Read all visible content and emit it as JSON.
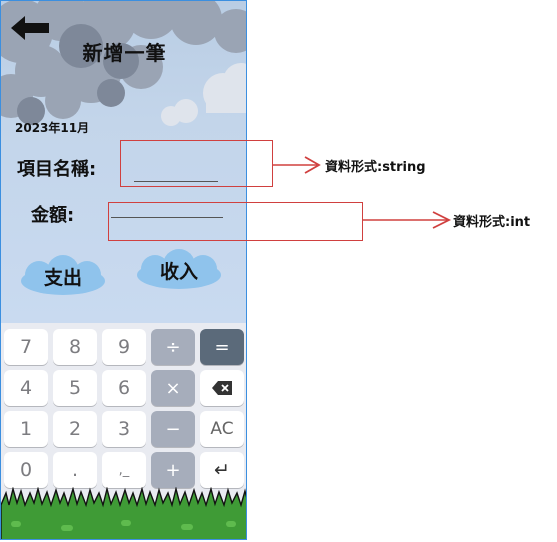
{
  "screen": {
    "title": "新增一筆",
    "date": "2023年11月",
    "item_name_label": "項目名稱:",
    "item_name_value": "",
    "amount_label": "金額:",
    "amount_value": "",
    "expense_label": "支出",
    "income_label": "收入"
  },
  "keypad": {
    "rows": [
      [
        "7",
        "8",
        "9",
        "÷",
        "="
      ],
      [
        "4",
        "5",
        "6",
        "×",
        "backspace"
      ],
      [
        "1",
        "2",
        "3",
        "−",
        "AC"
      ],
      [
        "0",
        ".",
        ",_",
        "+",
        "↵"
      ]
    ],
    "icons": {
      "backspace": "backspace-icon",
      "enter": "return-icon"
    }
  },
  "annotations": [
    {
      "text": "資料形式:string",
      "target": "item-name-input"
    },
    {
      "text": "資料形式:int",
      "target": "amount-input"
    }
  ],
  "colors": {
    "annotation": "#d0403f",
    "frame": "#3b8fe0",
    "equals_key": "#5b6a7a",
    "operator_key": "#a6adbb",
    "cloud_button": "#8fc3ec"
  }
}
